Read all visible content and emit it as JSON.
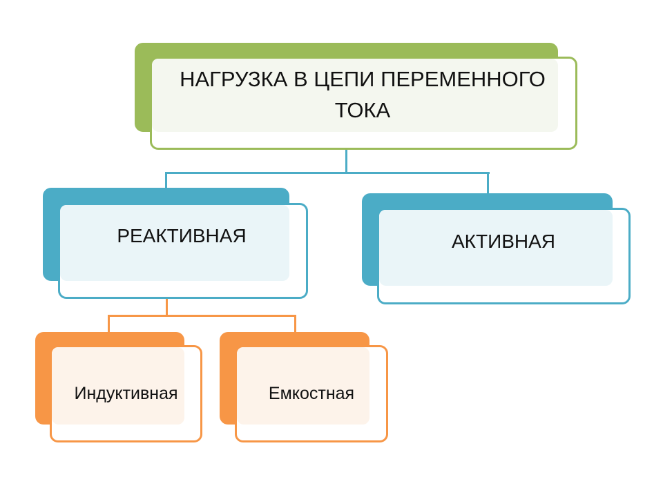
{
  "colors": {
    "green": "#9bbb59",
    "blue": "#4bacc6",
    "orange": "#f79646"
  },
  "root": {
    "label": "НАГРУЗКА В ЦЕПИ ПЕРЕМЕННОГО ТОКА"
  },
  "level1": [
    {
      "label": "РЕАКТИВНАЯ"
    },
    {
      "label": "АКТИВНАЯ"
    }
  ],
  "level2": [
    {
      "label": "Индуктивная"
    },
    {
      "label": "Емкостная"
    }
  ]
}
